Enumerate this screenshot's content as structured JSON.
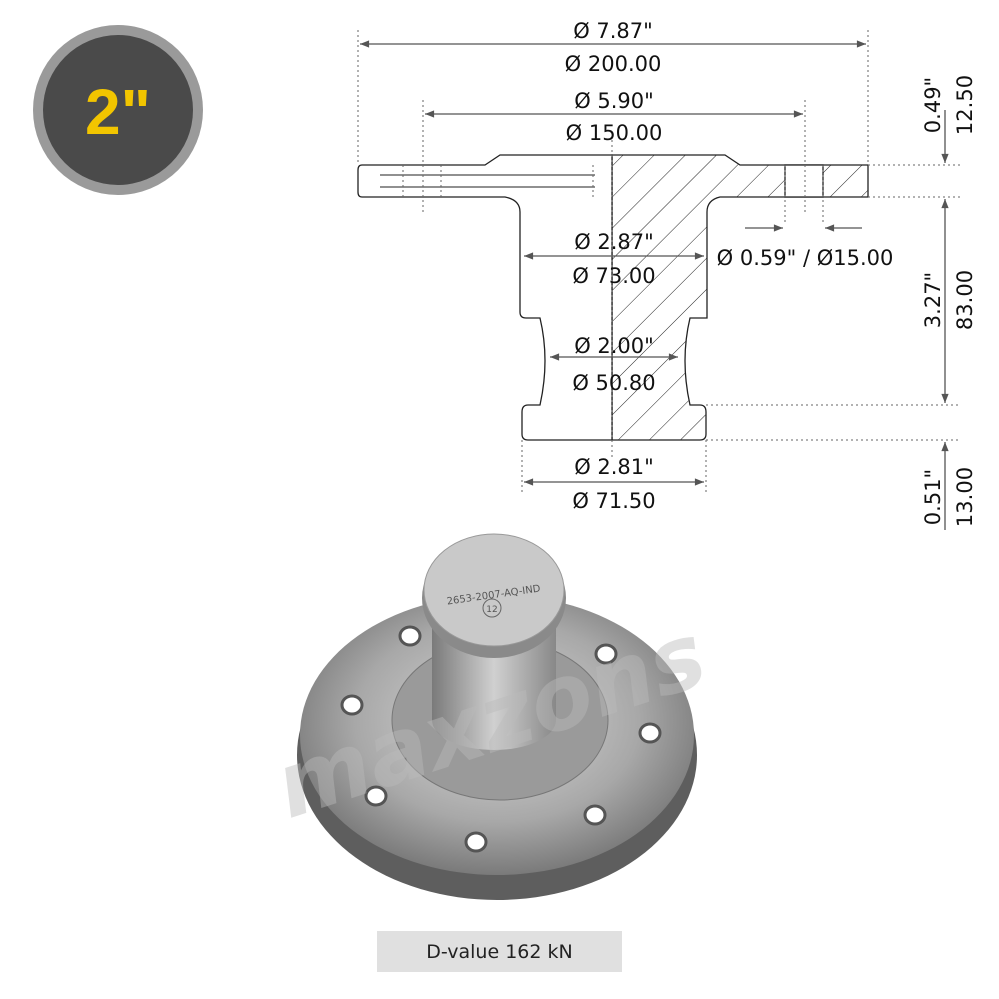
{
  "badge": {
    "label": "2\"",
    "text_color": "#f2c500",
    "fill": "#4a4a4a",
    "ring": "#9a9a9a"
  },
  "dimensions": {
    "overall_in": "Ø 7.87\"",
    "overall_mm": "Ø 200.00",
    "bolt_circle_in": "Ø 5.90\"",
    "bolt_circle_mm": "Ø 150.00",
    "body_in": "Ø 2.87\"",
    "body_mm": "Ø 73.00",
    "pin_in": "Ø 2.00\"",
    "pin_mm": "Ø 50.80",
    "collar_in": "Ø 2.81\"",
    "collar_mm": "Ø 71.50",
    "hole": "Ø 0.59\" / Ø15.00",
    "flange_thk_in": "0.49\"",
    "flange_thk_mm": "12.50",
    "pin_len_in": "3.27\"",
    "pin_len_mm": "83.00",
    "collar_thk_in": "0.51\"",
    "collar_thk_mm": "13.00"
  },
  "product": {
    "engraving": "2653-2007-AQ-IND",
    "stamp": "12",
    "watermark": "maxzons"
  },
  "spec_label": "D-value 162 kN"
}
